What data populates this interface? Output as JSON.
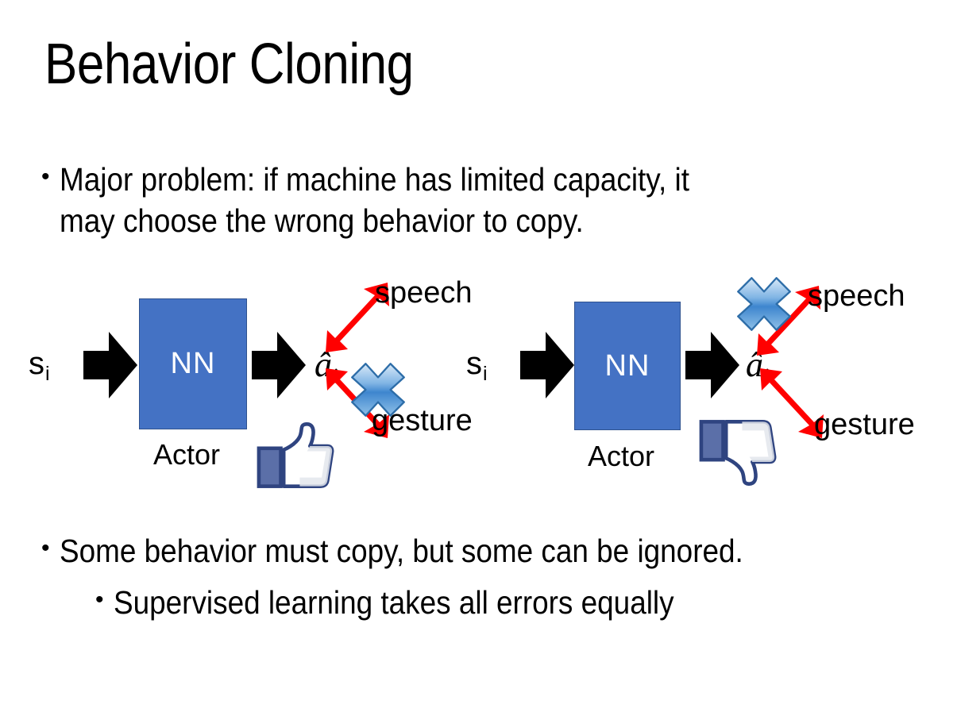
{
  "slide": {
    "title": "Behavior Cloning",
    "bullet_marker": "•"
  },
  "bullets": {
    "top": {
      "line1": "Major problem: if machine has limited capacity, it",
      "line2": "may choose the wrong behavior to copy."
    },
    "bottom": {
      "main": "Some behavior must copy, but some can be ignored.",
      "sub": "Supervised learning takes all errors equally"
    }
  },
  "diagrams": [
    {
      "id": "left",
      "state_label": "s",
      "state_subscript": "i",
      "network_label": "NN",
      "network_caption": "Actor",
      "action_label": "â",
      "action_subscript": "i",
      "output_top": "speech",
      "output_bottom": "gesture",
      "crossed_out": "gesture",
      "verdict_icon": "thumbs-up-icon"
    },
    {
      "id": "right",
      "state_label": "s",
      "state_subscript": "i",
      "network_label": "NN",
      "network_caption": "Actor",
      "action_label": "â",
      "action_subscript": "i",
      "output_top": "speech",
      "output_bottom": "gesture",
      "crossed_out": "speech",
      "verdict_icon": "thumbs-down-icon"
    }
  ],
  "colors": {
    "network_fill": "#4472C4",
    "network_border": "#2F528F",
    "arrow_black": "#000000",
    "arrow_red": "#FF0000",
    "x_marker_blue": "#4A90D9",
    "thumb_outline": "#3B5998",
    "background": "#FFFFFF",
    "text": "#000000"
  }
}
